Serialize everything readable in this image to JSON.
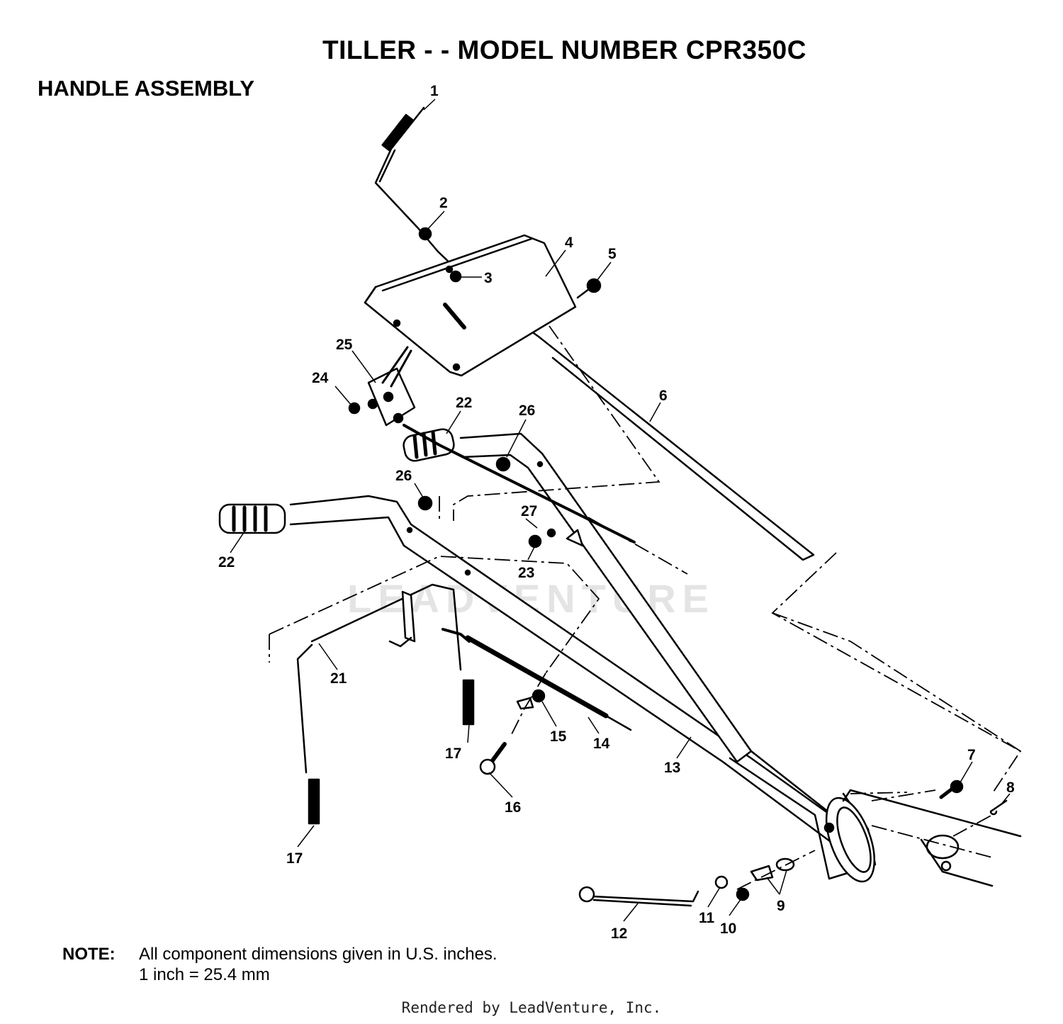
{
  "title": "TILLER - - MODEL NUMBER CPR350C",
  "subtitle": "HANDLE ASSEMBLY",
  "watermark": "LEADVENTURE",
  "note": {
    "label": "NOTE:",
    "line1": "All component dimensions given in U.S. inches.",
    "line2": "1 inch = 25.4 mm"
  },
  "footer": "Rendered by LeadVenture, Inc.",
  "callouts": [
    {
      "id": "c1",
      "text": "1"
    },
    {
      "id": "c2",
      "text": "2"
    },
    {
      "id": "c3",
      "text": "3"
    },
    {
      "id": "c4",
      "text": "4"
    },
    {
      "id": "c5",
      "text": "5"
    },
    {
      "id": "c6",
      "text": "6"
    },
    {
      "id": "c7",
      "text": "7"
    },
    {
      "id": "c8",
      "text": "8"
    },
    {
      "id": "c9",
      "text": "9"
    },
    {
      "id": "c10",
      "text": "10"
    },
    {
      "id": "c11",
      "text": "11"
    },
    {
      "id": "c12",
      "text": "12"
    },
    {
      "id": "c13",
      "text": "13"
    },
    {
      "id": "c14",
      "text": "14"
    },
    {
      "id": "c15",
      "text": "15"
    },
    {
      "id": "c16",
      "text": "16"
    },
    {
      "id": "c17a",
      "text": "17"
    },
    {
      "id": "c17b",
      "text": "17"
    },
    {
      "id": "c21",
      "text": "21"
    },
    {
      "id": "c22a",
      "text": "22"
    },
    {
      "id": "c22b",
      "text": "22"
    },
    {
      "id": "c23",
      "text": "23"
    },
    {
      "id": "c24",
      "text": "24"
    },
    {
      "id": "c25",
      "text": "25"
    },
    {
      "id": "c26a",
      "text": "26"
    },
    {
      "id": "c26b",
      "text": "26"
    },
    {
      "id": "c27",
      "text": "27"
    }
  ]
}
